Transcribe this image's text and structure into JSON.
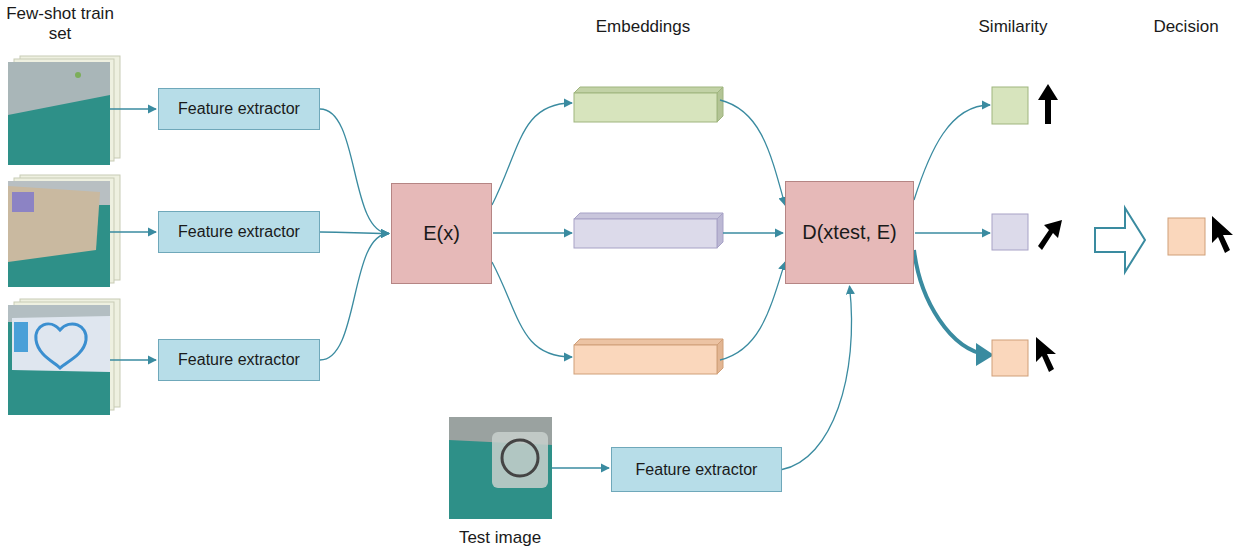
{
  "diagram": {
    "nodes": [
      {
        "text": [
          "Feature extractor"
        ]
      },
      {
        "text": [
          "Feature extractor"
        ]
      },
      {
        "text": [
          "Feature extractor"
        ]
      },
      {
        "text": [
          "E(x)"
        ]
      },
      {
        "text": [
          "D(xtest, E)"
        ]
      },
      {
        "text": [
          "Feature extractor"
        ]
      }
    ],
    "edges": [
      {
        "from": 0,
        "to": 3,
        "arrow": "to"
      },
      {
        "from": 1,
        "to": 3,
        "arrow": "to"
      },
      {
        "from": 2,
        "to": 3,
        "arrow": "to"
      },
      {
        "from": 5,
        "to": 4,
        "arrow": "to"
      }
    ],
    "labels": [
      "Few-shot train set",
      "Embeddings",
      "Similarity",
      "Decision",
      "Test image"
    ]
  }
}
